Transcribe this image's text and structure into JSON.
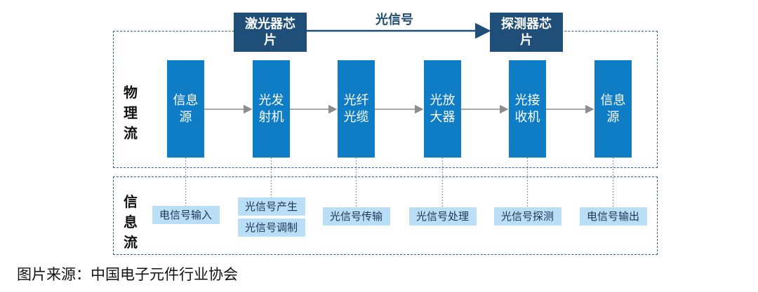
{
  "chips": {
    "laser": "激光器芯片",
    "detector": "探测器芯片"
  },
  "top_signal_label": "光信号",
  "physical_flow": {
    "label": "物理流",
    "boxes": [
      "信息源",
      "光发射机",
      "光纤光缆",
      "光放大器",
      "光接收机",
      "信息源"
    ]
  },
  "information_flow": {
    "label": "信息流",
    "tags": [
      [
        "电信号输入"
      ],
      [
        "光信号产生",
        "光信号调制"
      ],
      [
        "光信号传输"
      ],
      [
        "光信号处理"
      ],
      [
        "光信号探测"
      ],
      [
        "电信号输出"
      ]
    ]
  },
  "source_caption": "图片来源：中国电子元件行业协会",
  "colors": {
    "chip": "#1f4e79",
    "box": "#0f7cc6",
    "tag": "#b9def5",
    "frame": "#2e5e8e"
  }
}
